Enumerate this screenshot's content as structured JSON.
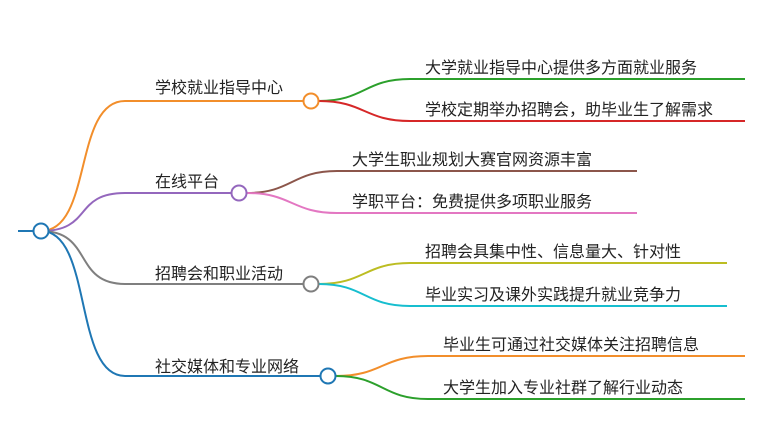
{
  "mindmap": {
    "branches": [
      {
        "label": "学校就业指导中心",
        "color": "#f28e2b",
        "children": [
          {
            "label": "大学就业指导中心提供多方面就业服务",
            "color": "#2ca02c"
          },
          {
            "label": "学校定期举办招聘会，助毕业生了解需求",
            "color": "#d62728"
          }
        ]
      },
      {
        "label": "在线平台",
        "color": "#9467bd",
        "children": [
          {
            "label": "大学生职业规划大赛官网资源丰富",
            "color": "#8c564b"
          },
          {
            "label": "学职平台：免费提供多项职业服务",
            "color": "#e377c2"
          }
        ]
      },
      {
        "label": "招聘会和职业活动",
        "color": "#7f7f7f",
        "children": [
          {
            "label": "招聘会具集中性、信息量大、针对性",
            "color": "#bcbd22"
          },
          {
            "label": "毕业实习及课外实践提升就业竞争力",
            "color": "#17becf"
          }
        ]
      },
      {
        "label": "社交媒体和专业网络",
        "color": "#1f77b4",
        "children": [
          {
            "label": "毕业生可通过社交媒体关注招聘信息",
            "color": "#f28e2b"
          },
          {
            "label": "大学生加入专业社群了解行业动态",
            "color": "#2ca02c"
          }
        ]
      }
    ]
  }
}
